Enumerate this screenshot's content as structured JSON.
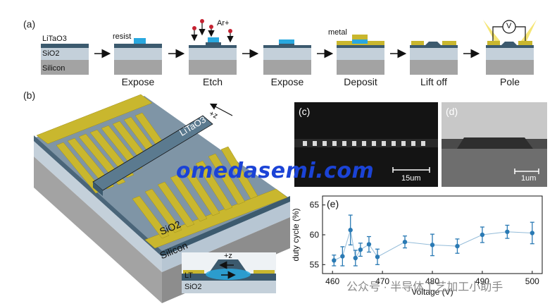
{
  "panel_a": {
    "label": "(a)",
    "layers": [
      "LiTaO3",
      "SiO2",
      "Silicon"
    ],
    "annotations": {
      "resist": "resist",
      "ar": "Ar+",
      "metal": "metal",
      "voltage": "V"
    },
    "steps": [
      "Expose",
      "Etch",
      "Expose",
      "Deposit",
      "Lift off",
      "Pole"
    ],
    "colors": {
      "lt": "#3c5a6e",
      "sio2": "#c4d0da",
      "silicon": "#a3a3a3",
      "resist": "#29a8df",
      "metal": "#c9b72e"
    }
  },
  "panel_b": {
    "label": "(b)",
    "device_labels": {
      "litao3": "LiTaO3",
      "axis": "+z",
      "sio2": "SiO2",
      "silicon": "Silicon"
    },
    "inset": {
      "axis": "+z",
      "lt": "LT",
      "sio2": "SiO2"
    }
  },
  "panel_c": {
    "label": "(c)",
    "scale": "15um"
  },
  "panel_d": {
    "label": "(d)",
    "scale": "1um"
  },
  "watermark": "omedasemi.com",
  "wechat_mark": "公众号 · 半导体工艺加工小助手",
  "chart_data": {
    "type": "scatter",
    "label": "(e)",
    "xlabel": "Voltage (V)",
    "ylabel": "duty cycle (%)",
    "xlim": [
      458,
      502
    ],
    "ylim": [
      53.5,
      66.5
    ],
    "xticks": [
      460,
      470,
      480,
      490,
      500
    ],
    "yticks": [
      55,
      60,
      65
    ],
    "color": "#2a7ab4",
    "points": [
      {
        "x": 460.3,
        "y": 55.7,
        "err": 0.9
      },
      {
        "x": 462.0,
        "y": 56.4,
        "err": 1.6
      },
      {
        "x": 463.6,
        "y": 60.8,
        "err": 2.5
      },
      {
        "x": 464.6,
        "y": 56.1,
        "err": 1.3
      },
      {
        "x": 465.6,
        "y": 57.5,
        "err": 1.1
      },
      {
        "x": 467.3,
        "y": 58.4,
        "err": 1.3
      },
      {
        "x": 469.0,
        "y": 56.3,
        "err": 1.3
      },
      {
        "x": 474.5,
        "y": 58.8,
        "err": 1.0
      },
      {
        "x": 480.0,
        "y": 58.3,
        "err": 1.8
      },
      {
        "x": 485.0,
        "y": 58.1,
        "err": 1.2
      },
      {
        "x": 490.0,
        "y": 60.0,
        "err": 1.3
      },
      {
        "x": 495.0,
        "y": 60.5,
        "err": 1.1
      },
      {
        "x": 500.0,
        "y": 60.3,
        "err": 1.8
      }
    ]
  }
}
